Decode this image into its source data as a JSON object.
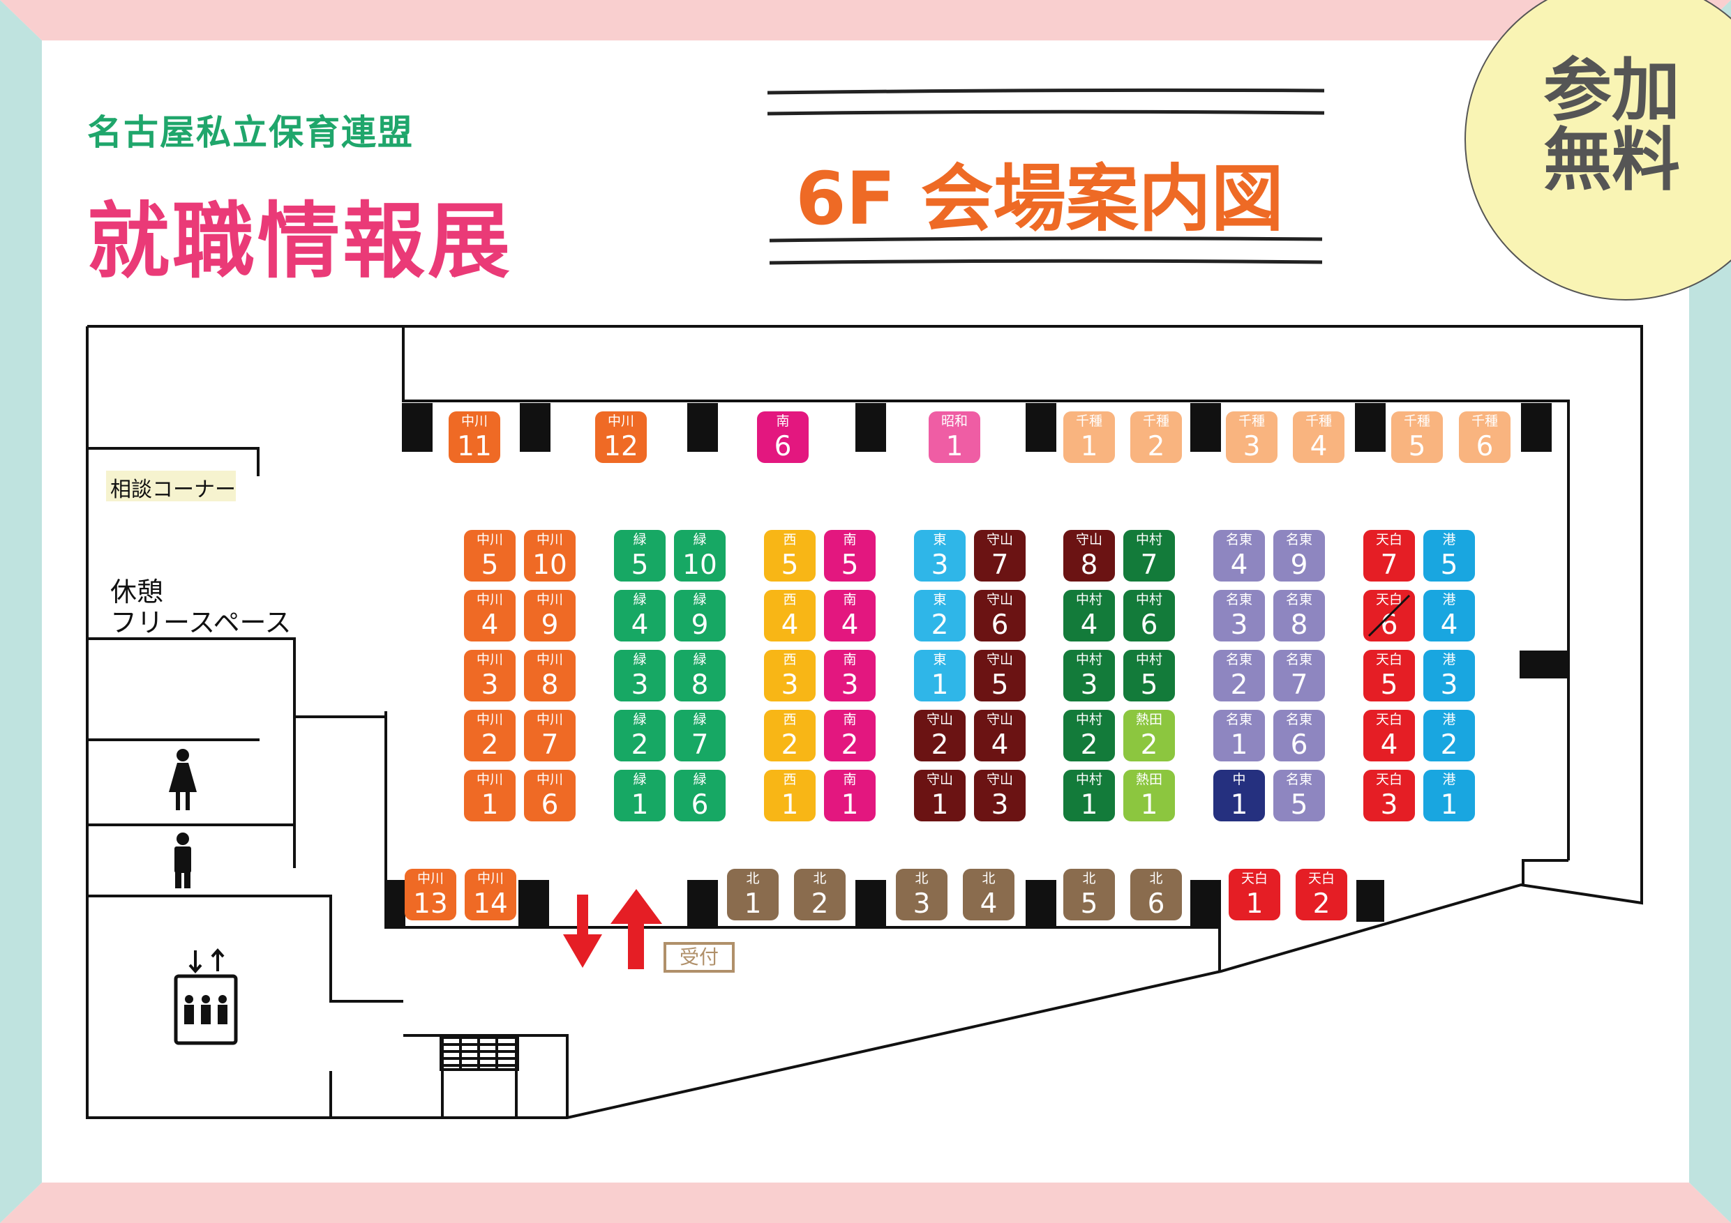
{
  "header": {
    "organization": "名古屋私立保育連盟",
    "event": "就職情報展",
    "floor_title": "6F 会場案内図",
    "badge": [
      "参加",
      "無料"
    ]
  },
  "rooms": {
    "consult": "相談コーナー",
    "rest": [
      "休憩",
      "フリースペース"
    ],
    "reception": "受付"
  },
  "icons": [
    "female-restroom-icon",
    "male-restroom-icon",
    "elevator-icon",
    "stairs-icon",
    "entrance-arrow-down-icon",
    "exit-arrow-up-icon"
  ],
  "colors": {
    "nakagawa": "#ef6a25",
    "midori": "#17a864",
    "nishi": "#f8b616",
    "minami": "#e3177f",
    "higashi": "#2fb6e8",
    "moriyama": "#6b1313",
    "nakamura": "#137b3a",
    "atsuta": "#8cc63f",
    "meito": "#8e86c0",
    "naka": "#25307f",
    "tenpaku": "#e51e25",
    "minato": "#19a6e0",
    "showa": "#ef5da4",
    "chikusa": "#f9b47f",
    "kita": "#8a6c4e"
  },
  "booths": [
    {
      "ward": "中川",
      "num": "11",
      "color": "#ef6a25"
    },
    {
      "ward": "中川",
      "num": "12",
      "color": "#ef6a25"
    },
    {
      "ward": "南",
      "num": "6",
      "color": "#e3177f"
    },
    {
      "ward": "昭和",
      "num": "1",
      "color": "#ef5da4"
    },
    {
      "ward": "千種",
      "num": "1",
      "color": "#f9b47f"
    },
    {
      "ward": "千種",
      "num": "2",
      "color": "#f9b47f"
    },
    {
      "ward": "千種",
      "num": "3",
      "color": "#f9b47f"
    },
    {
      "ward": "千種",
      "num": "4",
      "color": "#f9b47f"
    },
    {
      "ward": "千種",
      "num": "5",
      "color": "#f9b47f"
    },
    {
      "ward": "千種",
      "num": "6",
      "color": "#f9b47f"
    },
    {
      "ward": "中川",
      "num": "5",
      "color": "#ef6a25"
    },
    {
      "ward": "中川",
      "num": "10",
      "color": "#ef6a25"
    },
    {
      "ward": "中川",
      "num": "4",
      "color": "#ef6a25"
    },
    {
      "ward": "中川",
      "num": "9",
      "color": "#ef6a25"
    },
    {
      "ward": "中川",
      "num": "3",
      "color": "#ef6a25"
    },
    {
      "ward": "中川",
      "num": "8",
      "color": "#ef6a25"
    },
    {
      "ward": "中川",
      "num": "2",
      "color": "#ef6a25"
    },
    {
      "ward": "中川",
      "num": "7",
      "color": "#ef6a25"
    },
    {
      "ward": "中川",
      "num": "1",
      "color": "#ef6a25"
    },
    {
      "ward": "中川",
      "num": "6",
      "color": "#ef6a25"
    },
    {
      "ward": "緑",
      "num": "5",
      "color": "#17a864"
    },
    {
      "ward": "緑",
      "num": "10",
      "color": "#17a864"
    },
    {
      "ward": "緑",
      "num": "4",
      "color": "#17a864"
    },
    {
      "ward": "緑",
      "num": "9",
      "color": "#17a864"
    },
    {
      "ward": "緑",
      "num": "3",
      "color": "#17a864"
    },
    {
      "ward": "緑",
      "num": "8",
      "color": "#17a864"
    },
    {
      "ward": "緑",
      "num": "2",
      "color": "#17a864"
    },
    {
      "ward": "緑",
      "num": "7",
      "color": "#17a864"
    },
    {
      "ward": "緑",
      "num": "1",
      "color": "#17a864"
    },
    {
      "ward": "緑",
      "num": "6",
      "color": "#17a864"
    },
    {
      "ward": "西",
      "num": "5",
      "color": "#f8b616"
    },
    {
      "ward": "南",
      "num": "5",
      "color": "#e3177f"
    },
    {
      "ward": "西",
      "num": "4",
      "color": "#f8b616"
    },
    {
      "ward": "南",
      "num": "4",
      "color": "#e3177f"
    },
    {
      "ward": "西",
      "num": "3",
      "color": "#f8b616"
    },
    {
      "ward": "南",
      "num": "3",
      "color": "#e3177f"
    },
    {
      "ward": "西",
      "num": "2",
      "color": "#f8b616"
    },
    {
      "ward": "南",
      "num": "2",
      "color": "#e3177f"
    },
    {
      "ward": "西",
      "num": "1",
      "color": "#f8b616"
    },
    {
      "ward": "南",
      "num": "1",
      "color": "#e3177f"
    },
    {
      "ward": "東",
      "num": "3",
      "color": "#2fb6e8"
    },
    {
      "ward": "守山",
      "num": "7",
      "color": "#6b1313"
    },
    {
      "ward": "東",
      "num": "2",
      "color": "#2fb6e8"
    },
    {
      "ward": "守山",
      "num": "6",
      "color": "#6b1313"
    },
    {
      "ward": "東",
      "num": "1",
      "color": "#2fb6e8"
    },
    {
      "ward": "守山",
      "num": "5",
      "color": "#6b1313"
    },
    {
      "ward": "守山",
      "num": "2",
      "color": "#6b1313"
    },
    {
      "ward": "守山",
      "num": "4",
      "color": "#6b1313"
    },
    {
      "ward": "守山",
      "num": "1",
      "color": "#6b1313"
    },
    {
      "ward": "守山",
      "num": "3",
      "color": "#6b1313"
    },
    {
      "ward": "守山",
      "num": "8",
      "color": "#6b1313"
    },
    {
      "ward": "中村",
      "num": "7",
      "color": "#137b3a"
    },
    {
      "ward": "中村",
      "num": "4",
      "color": "#137b3a"
    },
    {
      "ward": "中村",
      "num": "6",
      "color": "#137b3a"
    },
    {
      "ward": "中村",
      "num": "3",
      "color": "#137b3a"
    },
    {
      "ward": "中村",
      "num": "5",
      "color": "#137b3a"
    },
    {
      "ward": "中村",
      "num": "2",
      "color": "#137b3a"
    },
    {
      "ward": "熱田",
      "num": "2",
      "color": "#8cc63f"
    },
    {
      "ward": "中村",
      "num": "1",
      "color": "#137b3a"
    },
    {
      "ward": "熱田",
      "num": "1",
      "color": "#8cc63f"
    },
    {
      "ward": "名東",
      "num": "4",
      "color": "#8e86c0"
    },
    {
      "ward": "名東",
      "num": "9",
      "color": "#8e86c0"
    },
    {
      "ward": "名東",
      "num": "3",
      "color": "#8e86c0"
    },
    {
      "ward": "名東",
      "num": "8",
      "color": "#8e86c0"
    },
    {
      "ward": "名東",
      "num": "2",
      "color": "#8e86c0"
    },
    {
      "ward": "名東",
      "num": "7",
      "color": "#8e86c0"
    },
    {
      "ward": "名東",
      "num": "1",
      "color": "#8e86c0"
    },
    {
      "ward": "名東",
      "num": "6",
      "color": "#8e86c0"
    },
    {
      "ward": "中",
      "num": "1",
      "color": "#25307f"
    },
    {
      "ward": "名東",
      "num": "5",
      "color": "#8e86c0"
    },
    {
      "ward": "天白",
      "num": "7",
      "color": "#e51e25"
    },
    {
      "ward": "港",
      "num": "5",
      "color": "#19a6e0"
    },
    {
      "ward": "天白",
      "num": "6",
      "color": "#e51e25",
      "cancelled": true
    },
    {
      "ward": "港",
      "num": "4",
      "color": "#19a6e0"
    },
    {
      "ward": "天白",
      "num": "5",
      "color": "#e51e25"
    },
    {
      "ward": "港",
      "num": "3",
      "color": "#19a6e0"
    },
    {
      "ward": "天白",
      "num": "4",
      "color": "#e51e25"
    },
    {
      "ward": "港",
      "num": "2",
      "color": "#19a6e0"
    },
    {
      "ward": "天白",
      "num": "3",
      "color": "#e51e25"
    },
    {
      "ward": "港",
      "num": "1",
      "color": "#19a6e0"
    },
    {
      "ward": "中川",
      "num": "13",
      "color": "#ef6a25"
    },
    {
      "ward": "中川",
      "num": "14",
      "color": "#ef6a25"
    },
    {
      "ward": "北",
      "num": "1",
      "color": "#8a6c4e"
    },
    {
      "ward": "北",
      "num": "2",
      "color": "#8a6c4e"
    },
    {
      "ward": "北",
      "num": "3",
      "color": "#8a6c4e"
    },
    {
      "ward": "北",
      "num": "4",
      "color": "#8a6c4e"
    },
    {
      "ward": "北",
      "num": "5",
      "color": "#8a6c4e"
    },
    {
      "ward": "北",
      "num": "6",
      "color": "#8a6c4e"
    },
    {
      "ward": "天白",
      "num": "1",
      "color": "#e51e25"
    },
    {
      "ward": "天白",
      "num": "2",
      "color": "#e51e25"
    }
  ]
}
